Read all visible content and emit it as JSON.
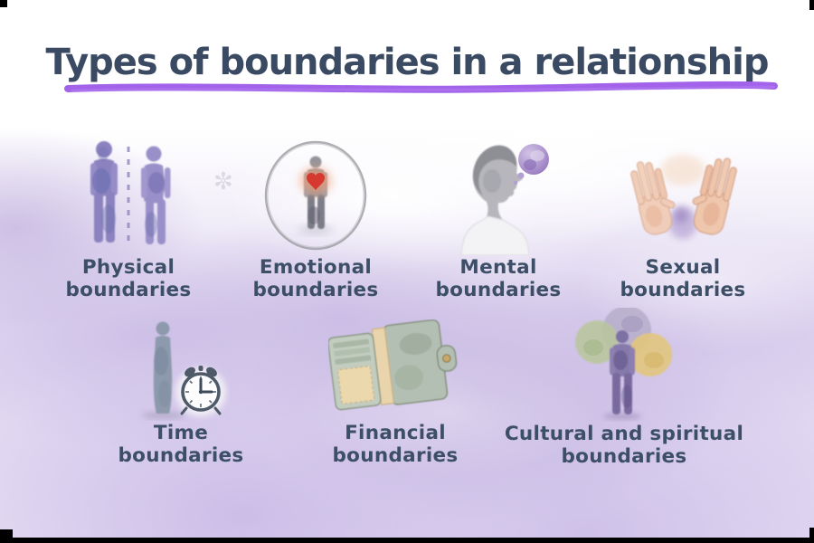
{
  "header": {
    "title": "Types of boundaries in a relationship",
    "title_color": "#3b4a63",
    "underline_color": "#a263ea"
  },
  "label_color": "#3d4f66",
  "background_wash_color": "#d6c9ea",
  "items": [
    {
      "label": "Physical boundaries",
      "icon": "two-people-dashed-divider-icon"
    },
    {
      "label": "Emotional boundaries",
      "icon": "person-in-circle-with-heart-icon"
    },
    {
      "label": "Mental boundaries",
      "icon": "head-with-thought-bubble-icon"
    },
    {
      "label": "Sexual boundaries",
      "icon": "two-open-hands-icon"
    },
    {
      "label": "Time boundaries",
      "icon": "person-with-alarm-clock-icon"
    },
    {
      "label": "Financial boundaries",
      "icon": "open-wallet-icon"
    },
    {
      "label": "Cultural and spiritual boundaries",
      "icon": "person-with-colored-circles-icon"
    }
  ],
  "decoration": {
    "snowflake_glyph": "✼"
  }
}
